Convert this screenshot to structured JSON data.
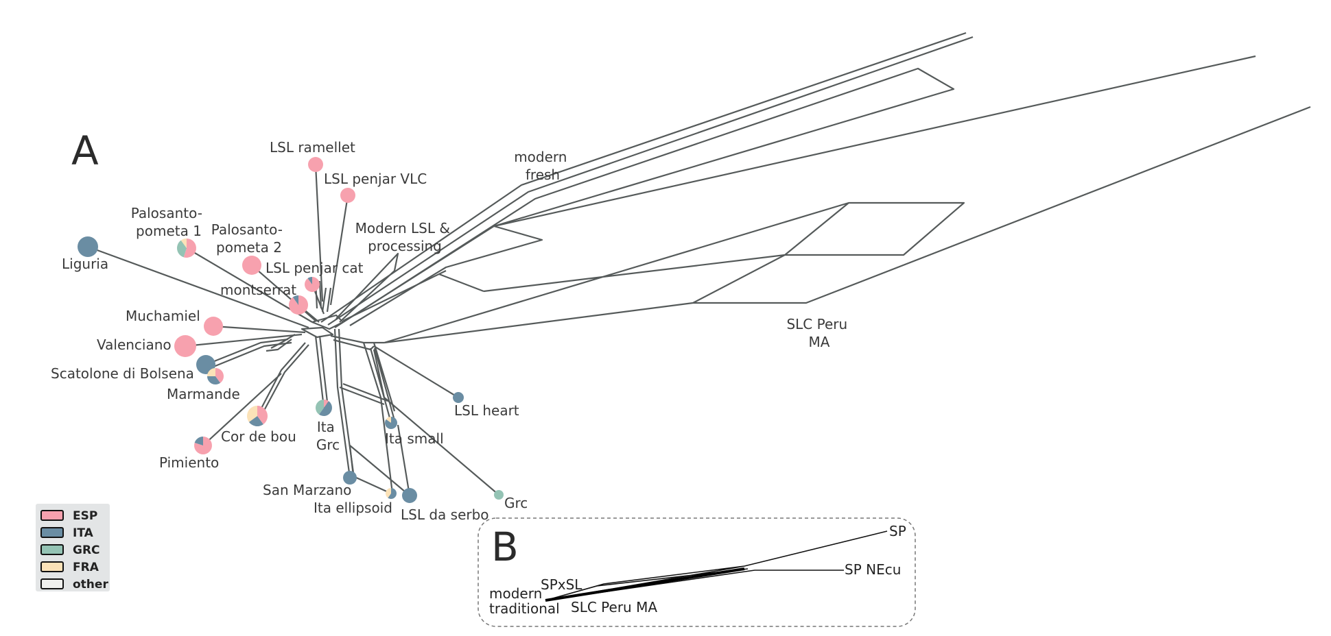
{
  "panels": {
    "a_letter": "A",
    "b_letter": "B"
  },
  "colors": {
    "ESP": "#f7a1ae",
    "ITA": "#6a8da3",
    "GRC": "#94c3b4",
    "FRA": "#fbe2b8",
    "other": "#f0f0ee",
    "network": "#555a5a",
    "legend_bg": "#e3e5e6"
  },
  "legend": [
    {
      "key": "ESP",
      "label": "ESP"
    },
    {
      "key": "ITA",
      "label": "ITA"
    },
    {
      "key": "GRC",
      "label": "GRC"
    },
    {
      "key": "FRA",
      "label": "FRA"
    },
    {
      "key": "other",
      "label": "other"
    }
  ],
  "nodes_a": [
    {
      "id": "lsl-ramellet",
      "label": "LSL ramellet",
      "composition": {
        "ESP": 1.0
      }
    },
    {
      "id": "lsl-penjar-vlc",
      "label": "LSL penjar VLC",
      "composition": {
        "ESP": 1.0
      }
    },
    {
      "id": "palosanto-pometa-1",
      "label": "Palosanto-\npometa 1",
      "composition": {
        "ESP": 0.55,
        "GRC": 0.35,
        "FRA": 0.1
      }
    },
    {
      "id": "palosanto-pometa-2",
      "label": "Palosanto-\npometa 2",
      "composition": {
        "ESP": 1.0
      }
    },
    {
      "id": "lsl-penjar-cat",
      "label": "LSL penjar cat",
      "composition": {
        "ESP": 0.9,
        "ITA": 0.1
      }
    },
    {
      "id": "montserrat",
      "label": "montserrat",
      "composition": {
        "ESP": 0.9,
        "ITA": 0.1
      }
    },
    {
      "id": "liguria",
      "label": "Liguria",
      "composition": {
        "ITA": 1.0
      }
    },
    {
      "id": "muchamiel",
      "label": "Muchamiel",
      "composition": {
        "ESP": 1.0
      }
    },
    {
      "id": "valenciano",
      "label": "Valenciano",
      "composition": {
        "ESP": 1.0
      }
    },
    {
      "id": "scatolone-di-bolsena",
      "label": "Scatolone di Bolsena",
      "composition": {
        "ITA": 1.0
      }
    },
    {
      "id": "marmande",
      "label": "Marmande",
      "composition": {
        "ESP": 0.4,
        "ITA": 0.35,
        "FRA": 0.25
      }
    },
    {
      "id": "cor-de-bou",
      "label": "Cor de bou",
      "composition": {
        "ESP": 0.4,
        "ITA": 0.25,
        "FRA": 0.35
      }
    },
    {
      "id": "pimiento",
      "label": "Pimiento",
      "composition": {
        "ESP": 0.8,
        "ITA": 0.2
      }
    },
    {
      "id": "ita-grc",
      "label": "Ita\nGrc",
      "composition": {
        "ITA": 0.5,
        "GRC": 0.4,
        "ESP": 0.1
      }
    },
    {
      "id": "ita-small",
      "label": "Ita small",
      "composition": {
        "ITA": 0.85,
        "FRA": 0.15
      }
    },
    {
      "id": "lsl-heart",
      "label": "LSL heart",
      "composition": {
        "ITA": 1.0
      }
    },
    {
      "id": "san-marzano",
      "label": "San Marzano",
      "composition": {
        "ITA": 1.0
      }
    },
    {
      "id": "ita-ellipsoid",
      "label": "Ita ellipsoid",
      "composition": {
        "ITA": 0.6,
        "FRA": 0.4
      }
    },
    {
      "id": "lsl-da-serbo",
      "label": "LSL da serbo",
      "composition": {
        "ITA": 1.0
      }
    },
    {
      "id": "grc",
      "label": "Grc",
      "composition": {
        "GRC": 1.0
      }
    }
  ],
  "text_labels_a": [
    {
      "id": "modern-fresh",
      "label": "modern\nfresh"
    },
    {
      "id": "modern-lsl-processing",
      "label": "Modern LSL &\nprocessing"
    },
    {
      "id": "slc-peru-ma",
      "label": "SLC Peru\nMA"
    }
  ],
  "labels_b": [
    {
      "id": "sp",
      "label": "SP"
    },
    {
      "id": "sp-necu",
      "label": "SP NEcu"
    },
    {
      "id": "spxsl",
      "label": "SPxSL"
    },
    {
      "id": "modern",
      "label": "modern"
    },
    {
      "id": "traditional",
      "label": "traditional"
    },
    {
      "id": "slc-peru-ma-b",
      "label": "SLC Peru MA"
    }
  ]
}
